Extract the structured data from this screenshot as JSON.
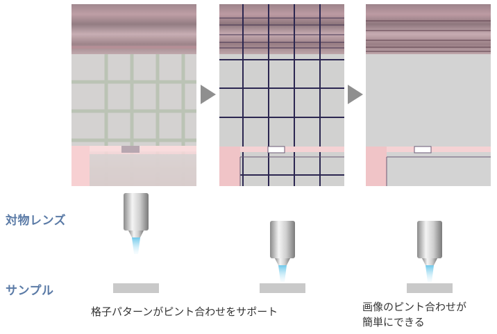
{
  "labels": {
    "objective_lens": "対物レンズ",
    "sample": "サンプル"
  },
  "captions": {
    "grid_pattern_support": "格子パターンがピント合わせをサポート",
    "easy_focus_line1": "画像のピント合わせが",
    "easy_focus_line2": "簡単にできる"
  },
  "colors": {
    "label_blue": "#5a7aa6",
    "arrow_gray": "#8f8f8f",
    "stage_gray": "#c9c9c9",
    "light_beam": "#6ec8ea"
  },
  "icons": {
    "objective_lens": "objective-lens-icon",
    "sample_stage": "sample-stage",
    "step_arrow": "arrow-right-icon"
  }
}
